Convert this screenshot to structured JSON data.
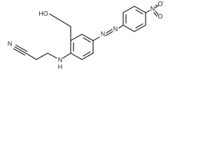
{
  "structure": {
    "atoms": {
      "hydroxyl": "HO",
      "amine": "N",
      "amine_h": "H",
      "nitrile_n": "N",
      "azo_n1": "N",
      "azo_n2": "N",
      "nitro_n": "N",
      "nitro_plus": "+",
      "nitro_o1": "O",
      "nitro_o1_minus": "-",
      "nitro_o2": "O"
    }
  },
  "colors": {
    "bond": "#222222",
    "background": "#ffffff"
  }
}
